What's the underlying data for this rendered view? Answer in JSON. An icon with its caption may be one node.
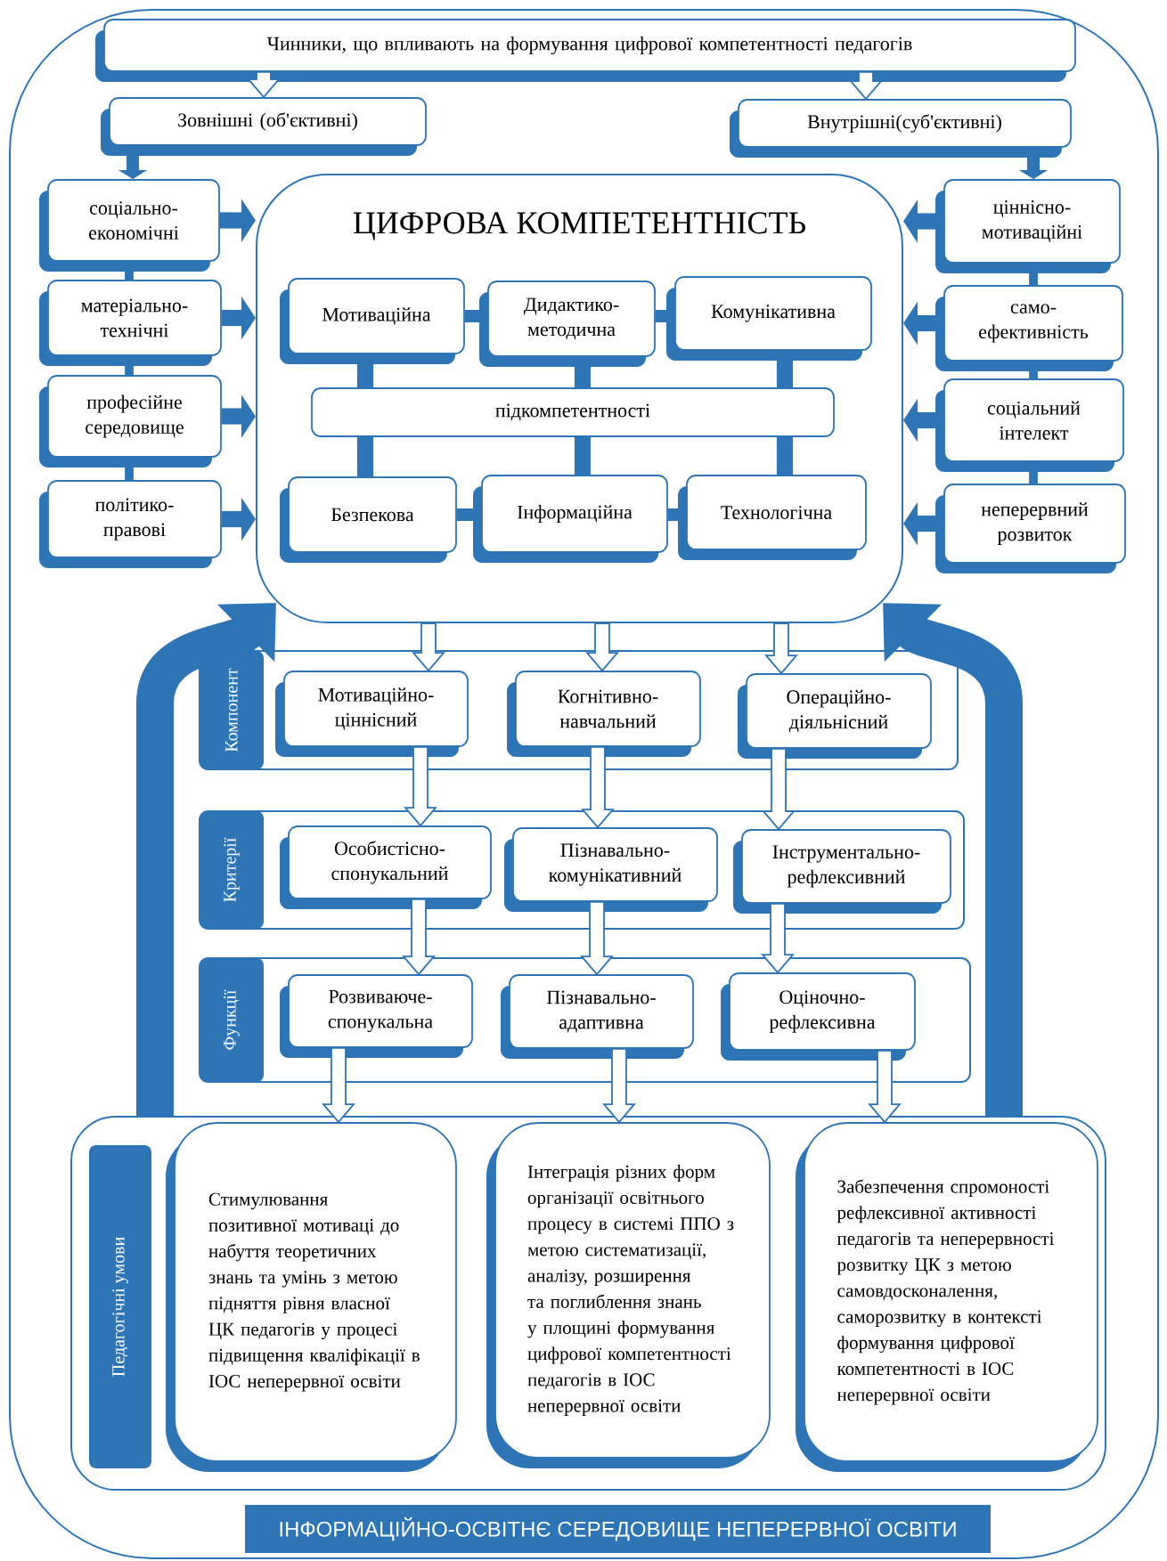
{
  "diagram": {
    "nodes": [
      {
        "text": [
          "Чинники, що впливають на формування цифрової компетентності педагогів"
        ]
      },
      {
        "text": [
          "Зовнішні (об'єктивні)"
        ]
      },
      {
        "text": [
          "Внутрішні(суб'єктивні)"
        ]
      },
      {
        "text": [
          "соціально- економічні"
        ]
      },
      {
        "text": [
          "матеріально- технічні"
        ]
      },
      {
        "text": [
          "професійне середовище"
        ]
      },
      {
        "text": [
          "політико- правові"
        ]
      },
      {
        "text": [
          "ціннісно- мотиваційні"
        ]
      },
      {
        "text": [
          "само- ефективність"
        ]
      },
      {
        "text": [
          "соціальний інтелект"
        ]
      },
      {
        "text": [
          "неперервний розвиток"
        ]
      },
      {
        "text": [
          "ЦИФРОВА КОМПЕТЕНТНІСТЬ"
        ]
      },
      {
        "text": [
          "Мотиваційна"
        ],
        "in": 11
      },
      {
        "text": [
          "Дидактико- методична"
        ],
        "in": 11
      },
      {
        "text": [
          "Комунікативна"
        ],
        "in": 11
      },
      {
        "text": [
          "підкомпетентності"
        ],
        "in": 11
      },
      {
        "text": [
          "Безпекова"
        ],
        "in": 11
      },
      {
        "text": [
          "Інформаційна"
        ],
        "in": 11
      },
      {
        "text": [
          "Технологічна"
        ],
        "in": 11
      },
      {
        "text": [
          "Компонент"
        ]
      },
      {
        "text": [
          "Мотиваційно- ціннісний"
        ],
        "in": 19
      },
      {
        "text": [
          "Когнітивно- навчальний"
        ],
        "in": 19
      },
      {
        "text": [
          "Операційно- діяльнісний"
        ],
        "in": 19
      },
      {
        "text": [
          "Критерії"
        ]
      },
      {
        "text": [
          "Особистісно- спонукальний"
        ],
        "in": 23
      },
      {
        "text": [
          "Пізнавально- комунікативний"
        ],
        "in": 23
      },
      {
        "text": [
          "Інструментально- рефлексивний"
        ],
        "in": 23
      },
      {
        "text": [
          "Функції"
        ]
      },
      {
        "text": [
          "Розвиваюче- спонукальна"
        ],
        "in": 27
      },
      {
        "text": [
          "Пізнавально- адаптивна"
        ],
        "in": 27
      },
      {
        "text": [
          "Оціночно- рефлексивна"
        ],
        "in": 27
      },
      {
        "text": [
          "Педагогічні умови"
        ]
      },
      {
        "text": [
          "Стимулювання позитивної мотиваці до набуття теоретичних знань та умінь з метою підняття рівня власної ЦК педагогів у процесі підвищення кваліфікації в ІОС неперервної освіти"
        ],
        "in": 31
      },
      {
        "text": [
          "Інтеграція різних форм організації освітнього процесу в системі ППО з метою систематизації, аналізу, розширення та поглиблення знань у площині формування цифрової компетентності педагогів в ІОС неперервної освіти"
        ],
        "in": 31
      },
      {
        "text": [
          "Забезпечення спромоності рефлексивної активності педагогів та неперервності розвитку ЦК з метою самовдосконалення, саморозвитку в контексті формування цифрової компетентності в ІОС неперервної освіти"
        ],
        "in": 31
      },
      {
        "text": [
          "ІНФОРМАЦІЙНО-ОСВІТНЄ СЕРЕДОВИЩЕ НЕПЕРЕРВНОЇ ОСВІТИ"
        ]
      }
    ],
    "edges": [
      {
        "from": 0,
        "to": 1,
        "arrow": "to"
      },
      {
        "from": 0,
        "to": 2,
        "arrow": "to"
      },
      {
        "from": 1,
        "to": 3,
        "arrow": "to"
      },
      {
        "from": 2,
        "to": 7,
        "arrow": "to"
      },
      {
        "from": 3,
        "to": 11,
        "arrow": "to"
      },
      {
        "from": 4,
        "to": 11,
        "arrow": "to"
      },
      {
        "from": 5,
        "to": 11,
        "arrow": "to"
      },
      {
        "from": 6,
        "to": 11,
        "arrow": "to"
      },
      {
        "from": 7,
        "to": 11,
        "arrow": "to"
      },
      {
        "from": 8,
        "to": 11,
        "arrow": "to"
      },
      {
        "from": 9,
        "to": 11,
        "arrow": "to"
      },
      {
        "from": 10,
        "to": 11,
        "arrow": "to"
      },
      {
        "from": 3,
        "to": 4,
        "arrow": "none"
      },
      {
        "from": 4,
        "to": 5,
        "arrow": "none"
      },
      {
        "from": 5,
        "to": 6,
        "arrow": "none"
      },
      {
        "from": 7,
        "to": 8,
        "arrow": "none"
      },
      {
        "from": 8,
        "to": 9,
        "arrow": "none"
      },
      {
        "from": 9,
        "to": 10,
        "arrow": "none"
      },
      {
        "from": 12,
        "to": 13,
        "arrow": "none"
      },
      {
        "from": 13,
        "to": 14,
        "arrow": "none"
      },
      {
        "from": 16,
        "to": 17,
        "arrow": "none"
      },
      {
        "from": 17,
        "to": 18,
        "arrow": "none"
      },
      {
        "from": 12,
        "to": 15,
        "arrow": "none"
      },
      {
        "from": 13,
        "to": 15,
        "arrow": "none"
      },
      {
        "from": 14,
        "to": 15,
        "arrow": "none"
      },
      {
        "from": 15,
        "to": 16,
        "arrow": "none"
      },
      {
        "from": 15,
        "to": 17,
        "arrow": "none"
      },
      {
        "from": 15,
        "to": 18,
        "arrow": "none"
      },
      {
        "from": 11,
        "to": 20,
        "arrow": "to"
      },
      {
        "from": 11,
        "to": 21,
        "arrow": "to"
      },
      {
        "from": 11,
        "to": 22,
        "arrow": "to"
      },
      {
        "from": 20,
        "to": 24,
        "arrow": "to"
      },
      {
        "from": 21,
        "to": 25,
        "arrow": "to"
      },
      {
        "from": 22,
        "to": 26,
        "arrow": "to"
      },
      {
        "from": 24,
        "to": 28,
        "arrow": "to"
      },
      {
        "from": 25,
        "to": 29,
        "arrow": "to"
      },
      {
        "from": 26,
        "to": 30,
        "arrow": "to"
      },
      {
        "from": 28,
        "to": 32,
        "arrow": "to"
      },
      {
        "from": 29,
        "to": 33,
        "arrow": "to"
      },
      {
        "from": 30,
        "to": 34,
        "arrow": "to"
      },
      {
        "from": 31,
        "to": 11,
        "arrow": "to",
        "style": "thick"
      },
      {
        "from": 31,
        "to": 11,
        "arrow": "to",
        "style": "thick"
      }
    ]
  }
}
